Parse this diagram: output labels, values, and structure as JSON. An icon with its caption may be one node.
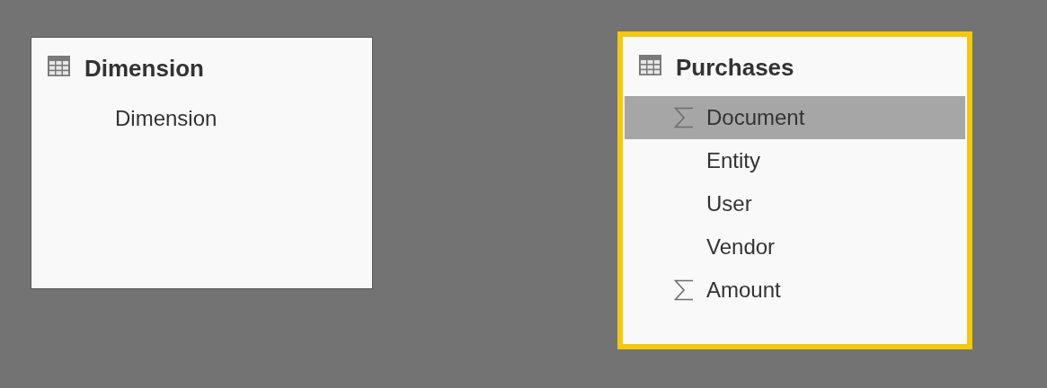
{
  "diagram": {
    "nodes": [
      {
        "text": [
          "Dimension"
        ]
      },
      {
        "text": [
          "Dimension"
        ],
        "in": 0
      },
      {
        "text": [
          "Purchases"
        ]
      },
      {
        "text": [
          "Document"
        ],
        "in": 2
      },
      {
        "text": [
          "Entity"
        ],
        "in": 2
      },
      {
        "text": [
          "User"
        ],
        "in": 2
      },
      {
        "text": [
          "Vendor"
        ],
        "in": 2
      },
      {
        "text": [
          "Amount"
        ],
        "in": 2
      }
    ]
  }
}
